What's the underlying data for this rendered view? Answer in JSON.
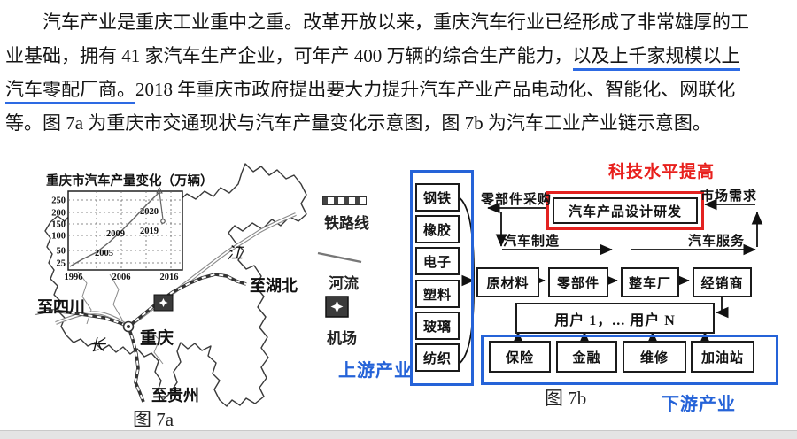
{
  "intro": {
    "l1": "汽车产业是重庆工业重中之重。改革开放以来，重庆汽车行业已经形成了非常雄厚的工",
    "l2a": "业基础，拥有 41 家汽车生产企业，可年产 400 万辆的综合生产能力，",
    "l2b": "以及上千家规模以上",
    "l3a": "汽车零配厂商。",
    "l3b": "2018 年重庆市政府提出要大力提升汽车产业产品电动化、智能化、网联化",
    "l4": "等。图 7a 为重庆市交通现状与汽车产量变化示意图，图 7b 为汽车工业产业链示意图。"
  },
  "fig7a": {
    "caption": "图 7a",
    "chart": {
      "title": "重庆市汽车产量变化（万辆）",
      "yticks": [
        "250",
        "200",
        "150",
        "100",
        "50",
        "25"
      ],
      "xticks": [
        "1996",
        "2006",
        "2016"
      ],
      "ann_2005": "2005",
      "ann_2009": "2009",
      "ann_2020": "2020",
      "ann_2019": "2019"
    },
    "map": {
      "city": "重庆",
      "to_sichuan": "至四川",
      "to_hubei": "至湖北",
      "to_guizhou": "至贵州",
      "river_char_1": "长",
      "river_char_2": "江"
    },
    "legend": {
      "railway": "铁路线",
      "river": "河流",
      "airport": "机场"
    }
  },
  "fig7b": {
    "caption": "图 7b",
    "rd_box": "汽车产品设计研发",
    "labels": {
      "tech": "科技水平提高",
      "parts_procurement": "零部件采购",
      "manufacture": "汽车制造",
      "service": "汽车服务",
      "market": "市场需求",
      "upstream": "上游产业",
      "downstream": "下游产业"
    },
    "upstream_items": [
      "钢铁",
      "橡胶",
      "电子",
      "塑料",
      "玻璃",
      "纺织"
    ],
    "chain_items": [
      "原材料",
      "零部件",
      "整车厂",
      "经销商"
    ],
    "users_box": "用户 1，... 用户 N",
    "downstream_items": [
      "保险",
      "金融",
      "维修",
      "加油站"
    ]
  },
  "chart_data": {
    "type": "line",
    "title": "重庆市汽车产量变化（万辆）",
    "points": [
      {
        "year": 1996,
        "value": 10
      },
      {
        "year": 2005,
        "value": 50
      },
      {
        "year": 2009,
        "value": 120
      },
      {
        "year": 2016,
        "value": 260
      },
      {
        "year": 2020,
        "value": 190
      },
      {
        "year": 2019,
        "value": 140
      }
    ],
    "yticks": [
      25,
      50,
      100,
      150,
      200,
      250
    ],
    "xticks": [
      1996,
      2006,
      2016
    ],
    "ylim": [
      0,
      275
    ],
    "grid": "dashed",
    "annotations": [
      "2005",
      "2009",
      "2020",
      "2019"
    ]
  },
  "colors": {
    "accent_blue": "#2563d8",
    "underline_blue": "#2d6ae3",
    "accent_red": "#e32220",
    "red_text": "#e8201d"
  }
}
